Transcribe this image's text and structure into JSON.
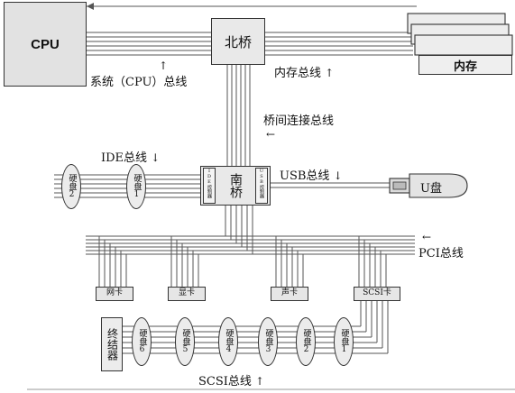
{
  "components": {
    "cpu": "CPU",
    "north_bridge": "北桥",
    "memory": "内存",
    "south_bridge": "南桥",
    "ide_controller": "IDE控制器",
    "usb_controller": "USB控制器",
    "usb_disk": "U盘",
    "network_card": "网卡",
    "video_card": "显卡",
    "sound_card": "声卡",
    "scsi_card": "SCSI卡",
    "terminator": "终结器"
  },
  "buses": {
    "system_bus": "系统（CPU）总线",
    "memory_bus": "内存总线",
    "bridge_bus": "桥间连接总线",
    "ide_bus": "IDE总线",
    "usb_bus": "USB总线",
    "pci_bus": "PCI总线",
    "scsi_bus": "SCSI总线"
  },
  "ide_disks": [
    "硬盘2",
    "硬盘1"
  ],
  "scsi_disks": [
    "硬盘6",
    "硬盘5",
    "硬盘4",
    "硬盘3",
    "硬盘2",
    "硬盘1"
  ],
  "arrows": {
    "up": "↑",
    "down": "↓",
    "left": "←"
  }
}
